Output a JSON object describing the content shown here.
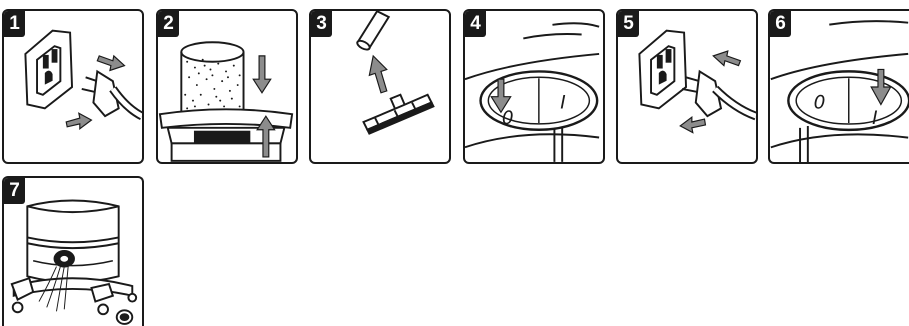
{
  "steps": [
    {
      "number": "1"
    },
    {
      "number": "2"
    },
    {
      "number": "3"
    },
    {
      "number": "4",
      "switch_off_label": "0",
      "switch_on_label": "I"
    },
    {
      "number": "5"
    },
    {
      "number": "6",
      "switch_off_label": "0",
      "switch_on_label": "I"
    },
    {
      "number": "7"
    }
  ],
  "colors": {
    "line": "#1a1a1a",
    "arrow_fill": "#8c8c8c",
    "background": "#ffffff"
  },
  "icons": {
    "step1": [
      "wall-outlet-icon",
      "plug-icon",
      "unplug-arrow-icon"
    ],
    "step2": [
      "filter-cartridge-icon",
      "motor-head-icon",
      "lift-arrow-icon"
    ],
    "step3": [
      "wand-tube-icon",
      "floor-nozzle-icon",
      "attach-arrow-icon"
    ],
    "step4": [
      "power-switch-icon",
      "press-arrow-icon"
    ],
    "step5": [
      "wall-outlet-icon",
      "plug-icon",
      "plug-in-arrow-icon"
    ],
    "step6": [
      "power-switch-icon",
      "press-arrow-icon"
    ],
    "step7": [
      "vacuum-tank-icon",
      "drain-cap-icon",
      "caster-icon"
    ]
  }
}
